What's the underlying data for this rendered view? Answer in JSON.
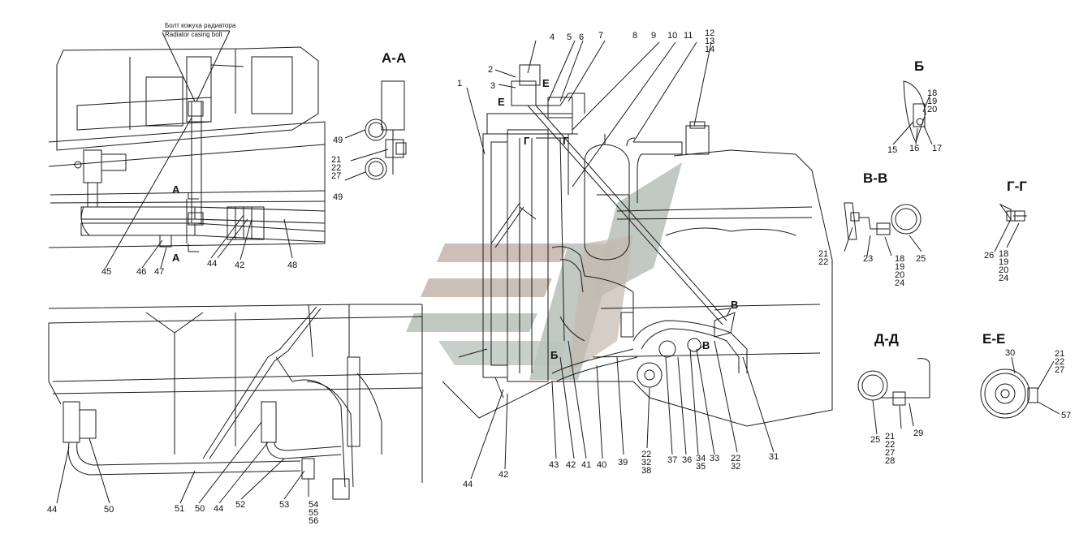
{
  "notes": {
    "bolt_ru": "Болт кожуха радиатора",
    "bolt_en": "Radiator casing bolt"
  },
  "sections": {
    "aa": "А-А",
    "b": "Б",
    "vv": "В-В",
    "gg": "Г-Г",
    "dd": "Д-Д",
    "ee": "Е-Е"
  },
  "cut_marks": {
    "a_top": "А",
    "a_bottom": "А",
    "e1": "Е",
    "e2": "Е",
    "g1": "Г",
    "g2": "Г",
    "b_mark": "Б",
    "v1": "В",
    "v2": "В"
  },
  "callouts": {
    "n1": "1",
    "n2": "2",
    "n3": "3",
    "n4": "4",
    "n5": "5",
    "n6": "6",
    "n7": "7",
    "n8": "8",
    "n9": "9",
    "n10": "10",
    "n11": "11",
    "n12_14": [
      "12",
      "13",
      "14"
    ],
    "n15": "15",
    "n16": "16",
    "n17": "17",
    "b_18_20": [
      "18",
      "19",
      "20"
    ],
    "v_21_22": [
      "21",
      "22"
    ],
    "v_23": "23",
    "v_25": "25",
    "v_18_24": [
      "18",
      "19",
      "20",
      "24"
    ],
    "g_26": "26",
    "g_18_24": [
      "18",
      "19",
      "20",
      "24"
    ],
    "d_25": "25",
    "d_21_28": [
      "21",
      "22",
      "27",
      "28"
    ],
    "d_29": "29",
    "e_30": "30",
    "e_21_27": [
      "21",
      "22",
      "27"
    ],
    "e_57": "57",
    "n31": "31",
    "n22_32": [
      "22",
      "32"
    ],
    "n33": "33",
    "n34_35": [
      "34",
      "35"
    ],
    "n36": "36",
    "n37": "37",
    "n22_38": [
      "22",
      "32",
      "38"
    ],
    "n39": "39",
    "n40": "40",
    "n41": "41",
    "n42a": "42",
    "n43": "43",
    "n42b": "42",
    "n44a": "44",
    "aa_49a": "49",
    "aa_21_27": [
      "21",
      "22",
      "27"
    ],
    "aa_49b": "49",
    "n45": "45",
    "n46": "46",
    "n47": "47",
    "n44b": "44",
    "n42c": "42",
    "n48": "48",
    "n44c": "44",
    "n50a": "50",
    "n51": "51",
    "n50b": "50",
    "n44d": "44",
    "n52": "52",
    "n53": "53",
    "n54_56": [
      "54",
      "55",
      "56"
    ]
  },
  "colors": {
    "line": "#1a1a1a",
    "watermark_green": "#b9c4bd",
    "watermark_brown": "#c5b8ae"
  }
}
